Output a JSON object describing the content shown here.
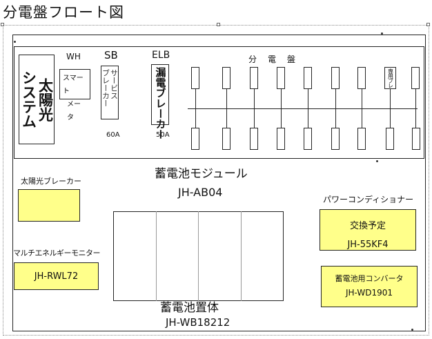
{
  "title": "分電盤フロート図",
  "panel": {
    "label": "分　電　盤",
    "solar_system": "太陽光システム",
    "wh": {
      "label": "WH",
      "meter": "スマートメータ"
    },
    "sb": {
      "label": "SB",
      "name": "サービスブレーカー",
      "rating": "60A"
    },
    "elb": {
      "label": "ELB",
      "name": "漏電ブレーカー",
      "rating": "50A"
    },
    "special_breaker": "専用ブレ"
  },
  "solar_breaker": {
    "label": "太陽光ブレーカー"
  },
  "monitor": {
    "label": "マルチエネルギーモニター",
    "model": "JH-RWL72"
  },
  "battery_module": {
    "title": "蓄電池モジュール",
    "model": "JH-AB04"
  },
  "battery_enclosure": {
    "title": "蓄電池置体",
    "model": "JH-WB18212"
  },
  "power_conditioner": {
    "label": "パワーコンディショナー",
    "note": "交換予定",
    "model": "JH-55KF4"
  },
  "converter": {
    "label": "蓄電池用コンバータ",
    "model": "JH-WD1901"
  },
  "colors": {
    "highlight": "#ffff8a",
    "line": "#222222"
  }
}
